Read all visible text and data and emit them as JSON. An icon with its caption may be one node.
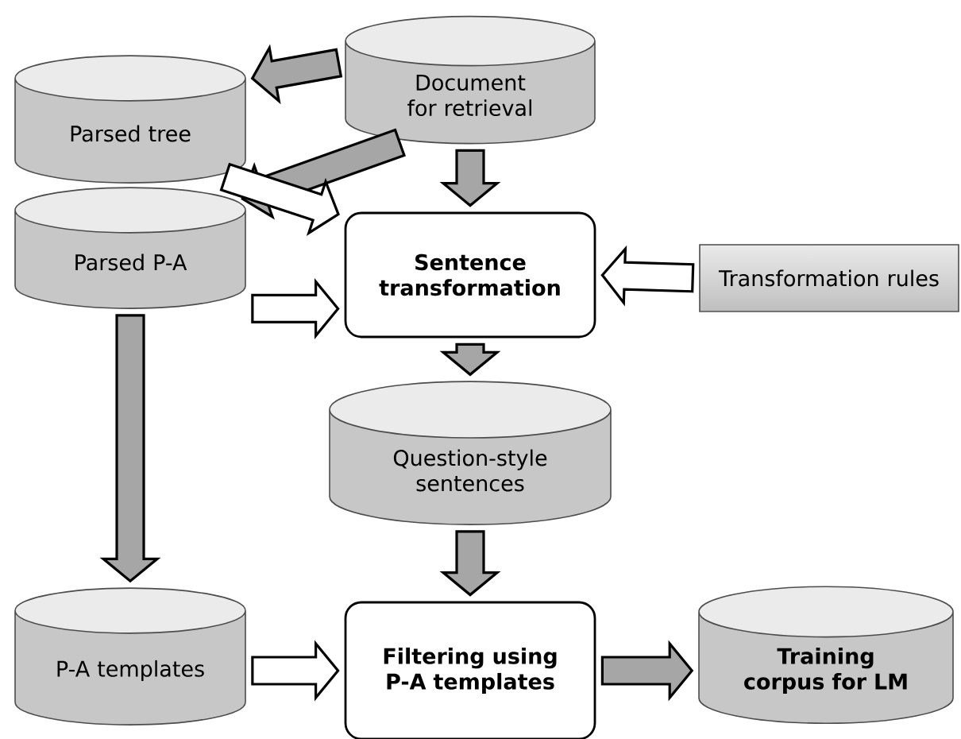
{
  "diagram": {
    "nodes": [
      {
        "text": [
          "Parsed tree"
        ]
      },
      {
        "text": [
          "Parsed P-A"
        ]
      },
      {
        "text": [
          "Document for retrieval"
        ]
      },
      {
        "text": [
          "Sentence transformation"
        ]
      },
      {
        "text": [
          "Transformation rules"
        ]
      },
      {
        "text": [
          "Question-style sentences"
        ]
      },
      {
        "text": [
          "P-A templates"
        ]
      },
      {
        "text": [
          "Filtering using P-A templates"
        ]
      },
      {
        "text": [
          "Training corpus for LM"
        ]
      }
    ],
    "edges": [
      {
        "from": 2,
        "to": 0,
        "arrow": "to"
      },
      {
        "from": 2,
        "to": 1,
        "arrow": "to"
      },
      {
        "from": 0,
        "to": 3,
        "arrow": "to",
        "color": "#ffffff"
      },
      {
        "from": 1,
        "to": 3,
        "arrow": "to",
        "color": "#ffffff"
      },
      {
        "from": 2,
        "to": 3,
        "arrow": "to"
      },
      {
        "from": 4,
        "to": 3,
        "arrow": "to",
        "color": "#ffffff"
      },
      {
        "from": 3,
        "to": 5,
        "arrow": "to"
      },
      {
        "from": 1,
        "to": 6,
        "arrow": "to"
      },
      {
        "from": 5,
        "to": 7,
        "arrow": "to"
      },
      {
        "from": 6,
        "to": 7,
        "arrow": "to",
        "color": "#ffffff"
      },
      {
        "from": 7,
        "to": 8,
        "arrow": "to"
      }
    ]
  }
}
